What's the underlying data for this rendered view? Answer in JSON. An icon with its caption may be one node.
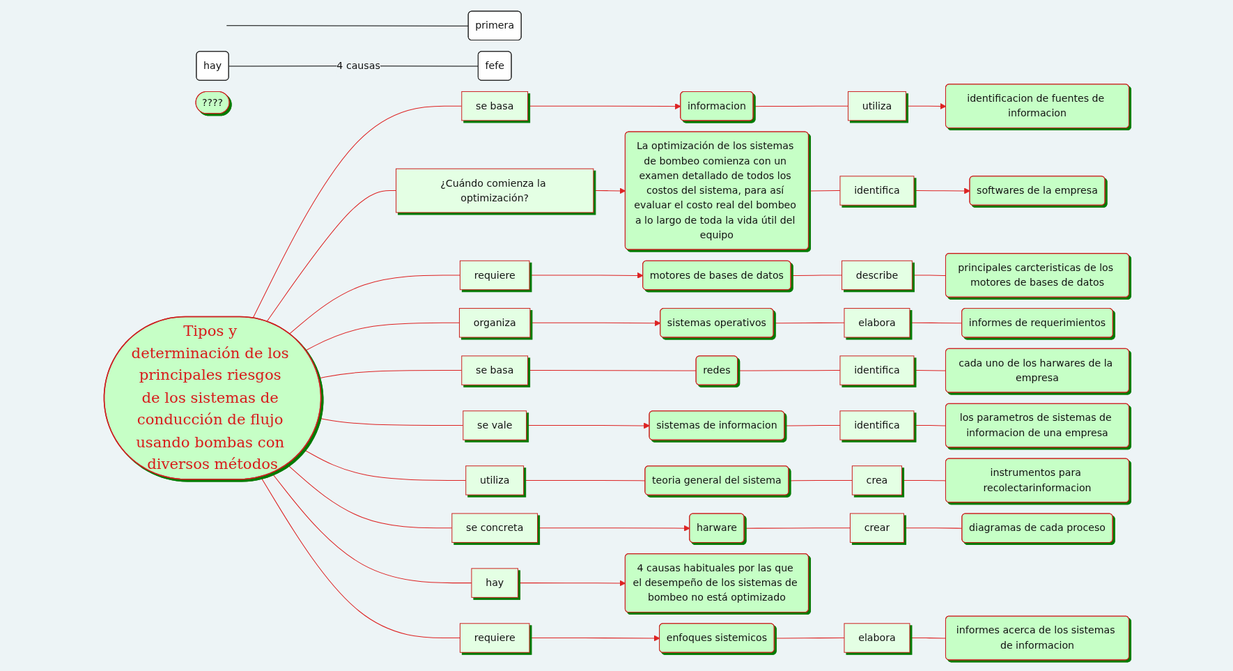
{
  "diagram": {
    "nodes": [
      {
        "text": [
          "Tipos y determinación de los principales riesgos de los sistemas de conducción de flujo usando bombas con diversos métodos"
        ]
      },
      {
        "text": [
          "hay"
        ]
      },
      {
        "text": [
          "softwares de la empresa"
        ]
      },
      {
        "text": [
          "identificacion de fuentes de informacion"
        ]
      },
      {
        "text": [
          "identifica"
        ]
      },
      {
        "text": [
          "utiliza"
        ]
      },
      {
        "text": [
          "La optimización de los sistemas de bombeo comienza con un examen detallado de todos los costos del sistema, para así evaluar el costo real del bombeo a lo largo de toda la vida útil del equipo"
        ]
      },
      {
        "text": [
          "primera"
        ]
      },
      {
        "text": [
          "informacion"
        ]
      },
      {
        "text": [
          "¿Cuándo comienza la optimización?"
        ]
      },
      {
        "text": [
          "motores de bases de datos"
        ]
      },
      {
        "text": [
          "identifica"
        ]
      },
      {
        "text": [
          "requiere"
        ]
      },
      {
        "text": [
          "describe"
        ]
      },
      {
        "text": [
          "se basa"
        ]
      },
      {
        "text": [
          "fefe"
        ]
      },
      {
        "text": [
          "sistemas de informacion"
        ]
      },
      {
        "text": [
          "organiza"
        ]
      },
      {
        "text": [
          "los parametros de sistemas de informacion de una empresa"
        ]
      },
      {
        "text": [
          "sistemas operativos"
        ]
      },
      {
        "text": [
          "se vale"
        ]
      },
      {
        "text": [
          "elabora"
        ]
      },
      {
        "text": [
          "principales carcteristicas de los motores de bases de datos"
        ]
      },
      {
        "text": [
          "se basa"
        ]
      },
      {
        "text": [
          "utiliza"
        ]
      },
      {
        "text": [
          "informes de requerimientos"
        ]
      },
      {
        "text": [
          "teoria general del sistema"
        ]
      },
      {
        "text": [
          "redes"
        ]
      },
      {
        "text": [
          "identifica"
        ]
      },
      {
        "text": [
          "enfoques sistemicos"
        ]
      },
      {
        "text": [
          "requiere"
        ]
      },
      {
        "text": [
          "harware"
        ]
      },
      {
        "text": [
          "hay"
        ]
      },
      {
        "text": [
          "se concreta"
        ]
      },
      {
        "text": [
          "4 causas habituales por las que el desempeño de los sistemas de bombeo no está optimizado"
        ]
      },
      {
        "text": [
          "crea"
        ]
      },
      {
        "text": [
          "cada uno de los harwares de la empresa"
        ]
      },
      {
        "text": [
          "elabora"
        ]
      },
      {
        "text": [
          "crear"
        ]
      },
      {
        "text": [
          "diagramas de cada proceso"
        ]
      },
      {
        "text": [
          "informes acerca de los sistemas de informacion"
        ]
      },
      {
        "text": [
          "instrumentos para recolectarinformacion"
        ]
      },
      {
        "text": [
          "????"
        ]
      }
    ],
    "edges": [
      {
        "from": 0,
        "to": 14,
        "arrow": "none"
      },
      {
        "from": 14,
        "to": 8,
        "arrow": "to"
      },
      {
        "from": 8,
        "to": 5,
        "arrow": "none"
      },
      {
        "from": 5,
        "to": 3,
        "arrow": "to"
      },
      {
        "from": 0,
        "to": 9,
        "arrow": "none"
      },
      {
        "from": 9,
        "to": 6,
        "arrow": "to"
      },
      {
        "from": 6,
        "to": 4,
        "arrow": "none"
      },
      {
        "from": 4,
        "to": 2,
        "arrow": "to"
      },
      {
        "from": 0,
        "to": 12,
        "arrow": "none"
      },
      {
        "from": 12,
        "to": 10,
        "arrow": "to"
      },
      {
        "from": 10,
        "to": 13,
        "arrow": "none"
      },
      {
        "from": 13,
        "to": 22,
        "arrow": "none"
      },
      {
        "from": 0,
        "to": 17,
        "arrow": "none"
      },
      {
        "from": 17,
        "to": 19,
        "arrow": "to"
      },
      {
        "from": 19,
        "to": 21,
        "arrow": "none"
      },
      {
        "from": 21,
        "to": 25,
        "arrow": "none"
      },
      {
        "from": 0,
        "to": 23,
        "arrow": "none"
      },
      {
        "from": 23,
        "to": 27,
        "arrow": "none"
      },
      {
        "from": 27,
        "to": 28,
        "arrow": "none"
      },
      {
        "from": 28,
        "to": 36,
        "arrow": "none"
      },
      {
        "from": 0,
        "to": 20,
        "arrow": "none"
      },
      {
        "from": 20,
        "to": 16,
        "arrow": "to"
      },
      {
        "from": 16,
        "to": 11,
        "arrow": "none"
      },
      {
        "from": 11,
        "to": 18,
        "arrow": "none"
      },
      {
        "from": 0,
        "to": 24,
        "arrow": "none"
      },
      {
        "from": 24,
        "to": 26,
        "arrow": "none"
      },
      {
        "from": 26,
        "to": 35,
        "arrow": "none"
      },
      {
        "from": 35,
        "to": 41,
        "arrow": "none"
      },
      {
        "from": 0,
        "to": 33,
        "arrow": "none"
      },
      {
        "from": 33,
        "to": 31,
        "arrow": "to"
      },
      {
        "from": 31,
        "to": 38,
        "arrow": "none"
      },
      {
        "from": 38,
        "to": 39,
        "arrow": "none"
      },
      {
        "from": 0,
        "to": 32,
        "arrow": "none"
      },
      {
        "from": 32,
        "to": 34,
        "arrow": "to"
      },
      {
        "from": 0,
        "to": 30,
        "arrow": "none"
      },
      {
        "from": 30,
        "to": 29,
        "arrow": "to"
      },
      {
        "from": 29,
        "to": 37,
        "arrow": "none"
      },
      {
        "from": 37,
        "to": 40,
        "arrow": "none"
      },
      {
        "from": 1,
        "to": 15,
        "arrow": "none",
        "label": "4 causas",
        "color": "#000000"
      },
      {
        "from": null,
        "to": 7,
        "arrow": "none",
        "color": "#000000"
      }
    ]
  }
}
